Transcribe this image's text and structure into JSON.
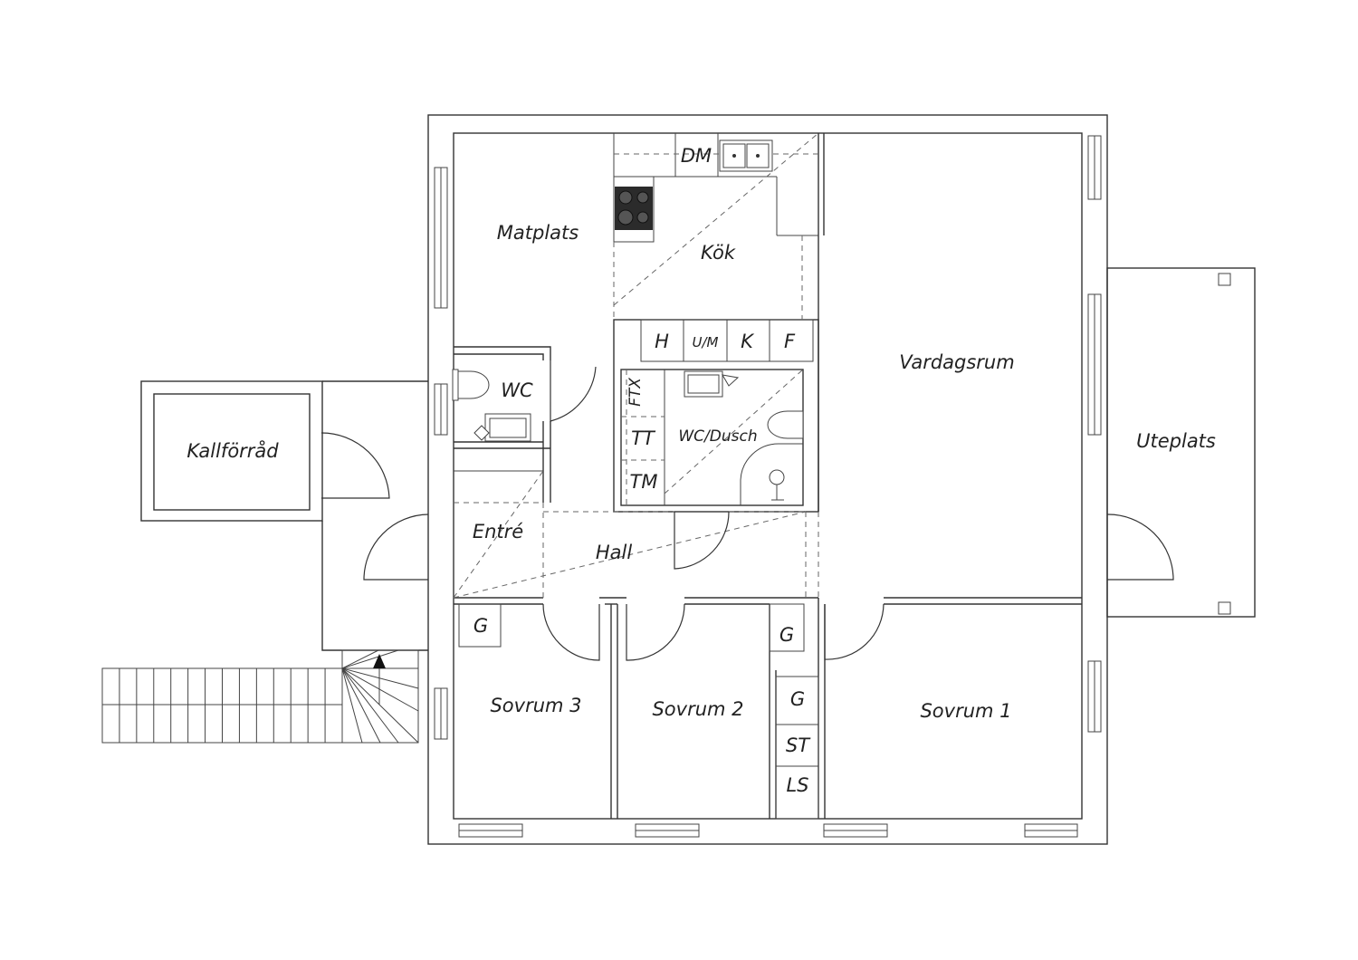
{
  "rooms": {
    "matplats": "Matplats",
    "kok": "Kök",
    "vardagsrum": "Vardagsrum",
    "wc": "WC",
    "wc_dusch": "WC/Dusch",
    "kallforrad": "Kallförråd",
    "entre": "Entré",
    "hall": "Hall",
    "uteplats": "Uteplats",
    "sovrum3": "Sovrum 3",
    "sovrum2": "Sovrum 2",
    "sovrum1": "Sovrum 1"
  },
  "fixtures": {
    "dm": "DM",
    "h": "H",
    "um": "U/M",
    "k": "K",
    "f": "F",
    "ftx": "FTX",
    "tt": "TT",
    "tm": "TM",
    "g_sovrum3": "G",
    "g_sovrum2": "G",
    "g_closet": "G",
    "st": "ST",
    "ls": "LS"
  },
  "colors": {
    "line": "#333333",
    "background": "#ffffff",
    "stove": "#2b2b2b"
  },
  "icons": [
    "stove-icon",
    "sink-icon",
    "toilet-icon",
    "shower-icon",
    "stair-arrow-icon"
  ]
}
